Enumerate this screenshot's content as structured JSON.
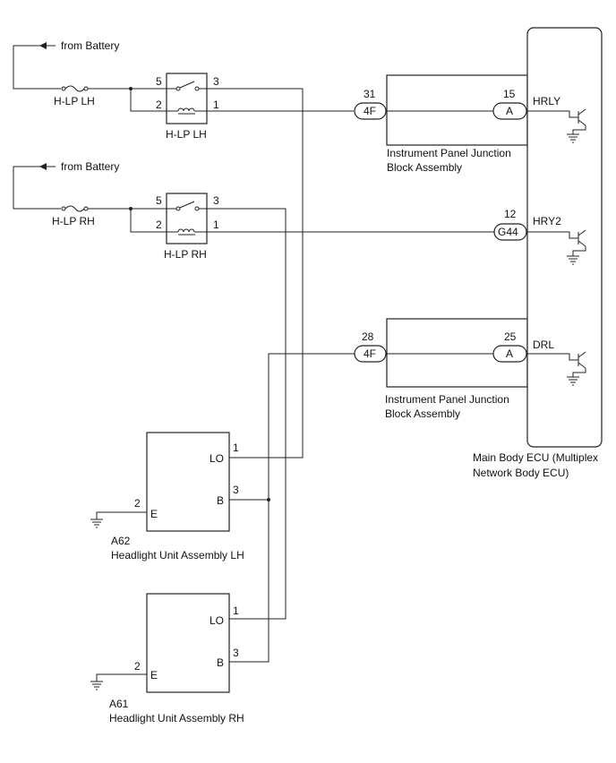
{
  "battery_label": "from Battery",
  "fuses": {
    "lh": "H-LP LH",
    "rh": "H-LP RH"
  },
  "relays": {
    "lh": {
      "name": "H-LP LH",
      "pins": [
        "5",
        "3",
        "2",
        "1"
      ]
    },
    "rh": {
      "name": "H-LP RH",
      "pins": [
        "5",
        "3",
        "2",
        "1"
      ]
    }
  },
  "junction_block": {
    "label_line1": "Instrument Panel Junction",
    "label_line2": "Block Assembly",
    "connector_4f": "4F",
    "connector_a": "A",
    "pins": {
      "hrly_in": "31",
      "hrly_out": "15",
      "drl_in": "28",
      "drl_out": "25"
    }
  },
  "ecu": {
    "label_line1": "Main Body ECU (Multiplex",
    "label_line2": "Network Body ECU)",
    "signals": {
      "hrly": "HRLY",
      "hry2": "HRY2",
      "drl": "DRL"
    },
    "g44": {
      "pin": "12",
      "connector": "G44"
    }
  },
  "headlights": {
    "lh": {
      "code": "A62",
      "name": "Headlight Unit Assembly LH",
      "lo": "LO",
      "b": "B",
      "e": "E",
      "pin_lo": "1",
      "pin_b": "3",
      "pin_e": "2"
    },
    "rh": {
      "code": "A61",
      "name": "Headlight Unit Assembly RH",
      "lo": "LO",
      "b": "B",
      "e": "E",
      "pin_lo": "1",
      "pin_b": "3",
      "pin_e": "2"
    }
  }
}
